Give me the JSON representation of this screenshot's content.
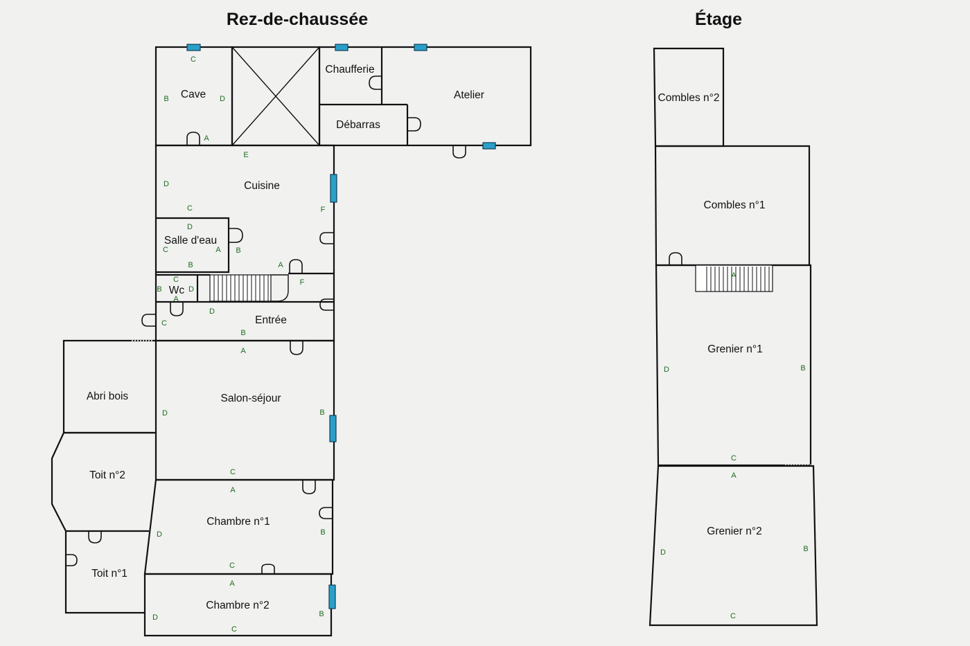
{
  "titles": {
    "ground": "Rez-de-chaussée",
    "upper": "Étage"
  },
  "colors": {
    "window": "#2aa0c8",
    "wall": "#111111",
    "wall_letters": "#1f6b1f",
    "background": "#f1f1f0"
  },
  "rooms": {
    "cave": "Cave",
    "chaufferie": "Chaufferie",
    "atelier": "Atelier",
    "debarras": "Débarras",
    "cuisine": "Cuisine",
    "salle_eau": "Salle d'eau",
    "wc": "Wc",
    "entree": "Entrée",
    "abri_bois": "Abri bois",
    "salon": "Salon-séjour",
    "toit2": "Toit n°2",
    "toit1": "Toit n°1",
    "chambre1": "Chambre n°1",
    "chambre2": "Chambre n°2",
    "combles2": "Combles n°2",
    "combles1": "Combles n°1",
    "grenier1": "Grenier n°1",
    "grenier2": "Grenier n°2"
  },
  "walls": {
    "A": "A",
    "B": "B",
    "C": "C",
    "D": "D",
    "E": "E",
    "F": "F"
  }
}
